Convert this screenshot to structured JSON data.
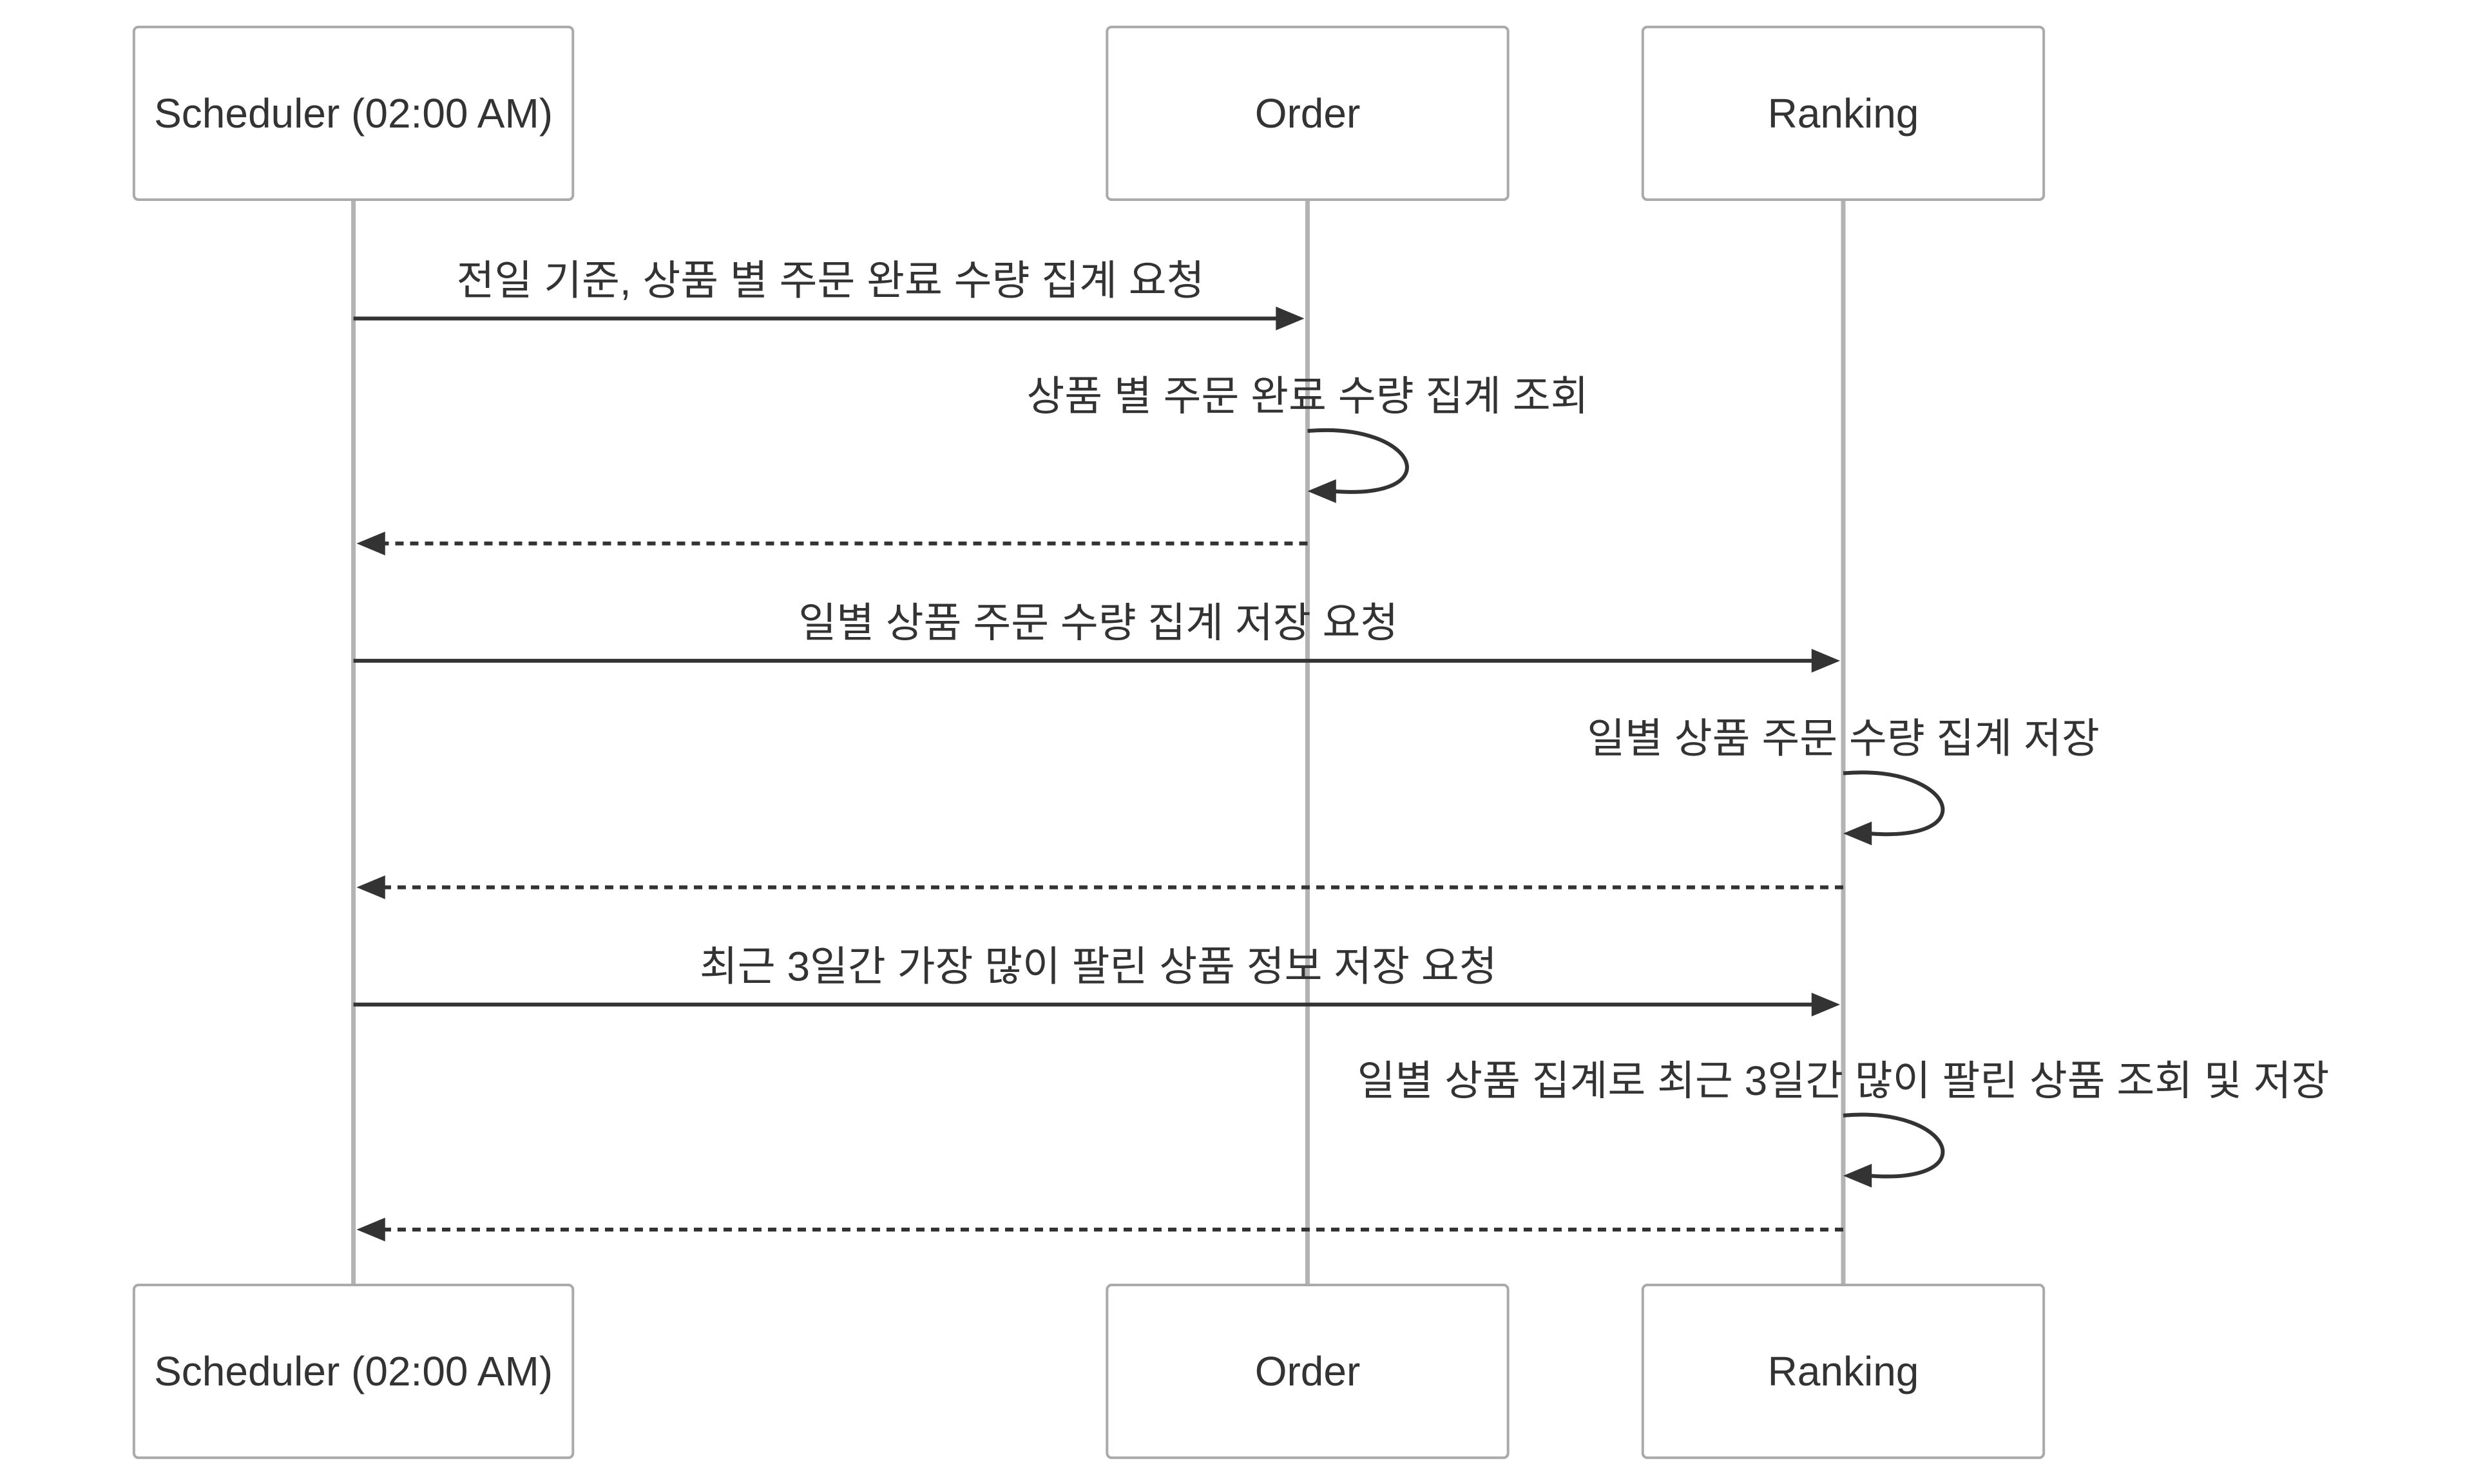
{
  "actors": [
    {
      "id": "scheduler",
      "label": "Scheduler (02:00 AM)"
    },
    {
      "id": "order",
      "label": "Order"
    },
    {
      "id": "ranking",
      "label": "Ranking"
    }
  ],
  "messages": [
    {
      "from": "scheduler",
      "to": "order",
      "kind": "sync",
      "label": "전일 기준, 상품 별 주문 완료 수량 집계 요청"
    },
    {
      "from": "order",
      "to": "order",
      "kind": "self",
      "label": "상품 별 주문 완료 수량 집계 조회"
    },
    {
      "from": "order",
      "to": "scheduler",
      "kind": "reply",
      "label": ""
    },
    {
      "from": "scheduler",
      "to": "ranking",
      "kind": "sync",
      "label": "일별 상품 주문 수량 집계 저장 요청"
    },
    {
      "from": "ranking",
      "to": "ranking",
      "kind": "self",
      "label": "일별 상품 주문 수량 집계 저장"
    },
    {
      "from": "ranking",
      "to": "scheduler",
      "kind": "reply",
      "label": ""
    },
    {
      "from": "scheduler",
      "to": "ranking",
      "kind": "sync",
      "label": "최근 3일간 가장 많이 팔린 상품 정보 저장 요청"
    },
    {
      "from": "ranking",
      "to": "ranking",
      "kind": "self",
      "label": "일별 상품 집계로 최근 3일간 많이 팔린 상품 조회 및 저장"
    },
    {
      "from": "ranking",
      "to": "scheduler",
      "kind": "reply",
      "label": ""
    }
  ]
}
